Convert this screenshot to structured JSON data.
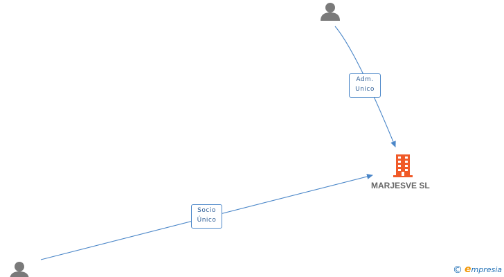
{
  "company": {
    "name": "MARJESVE SL",
    "icon": "building-icon",
    "color": "#f05a28"
  },
  "persons": [
    {
      "icon": "person-icon",
      "color": "#7a7a7a"
    },
    {
      "icon": "person-icon",
      "color": "#7a7a7a"
    }
  ],
  "relations": [
    {
      "line1": "Adm.",
      "line2": "Unico"
    },
    {
      "line1": "Socio",
      "line2": "Único"
    }
  ],
  "edge_color": "#4a86c8",
  "brand": {
    "copyright": "©",
    "e": "e",
    "rest": "mpresia"
  }
}
